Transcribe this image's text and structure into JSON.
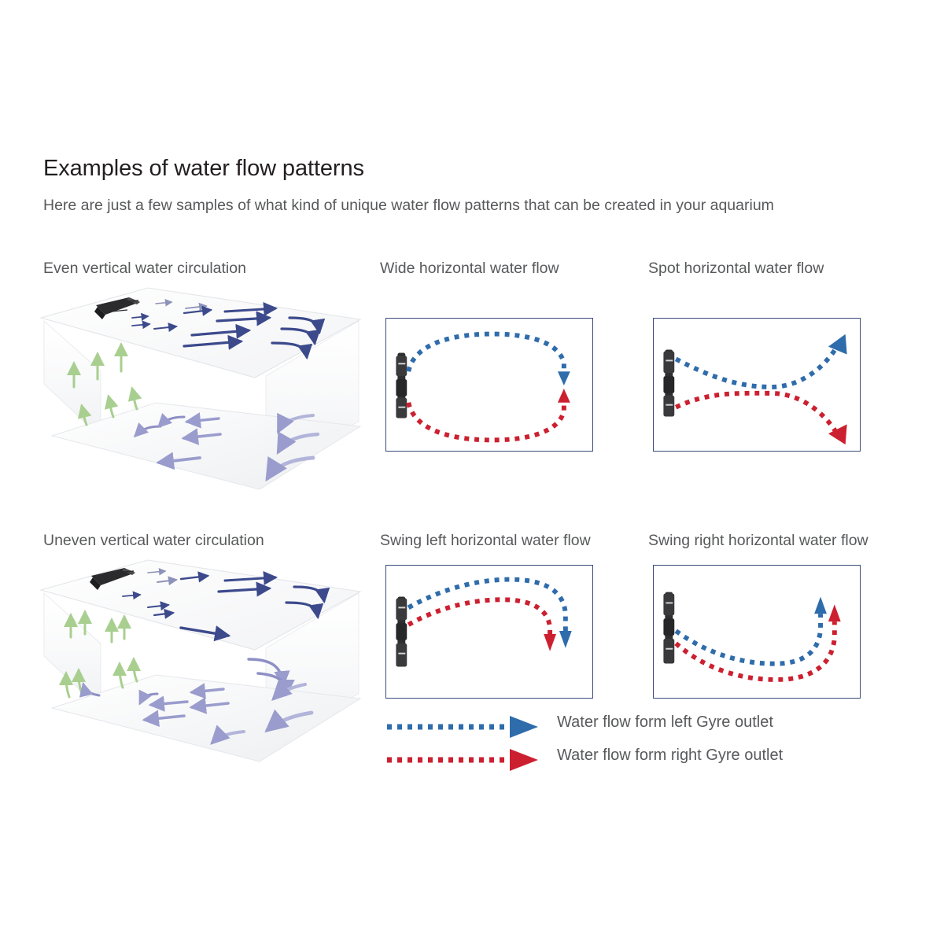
{
  "header": {
    "title": "Examples of water flow patterns",
    "subtitle": "Here are just a few samples of what kind of unique water flow patterns that can be created in your aquarium"
  },
  "panels": [
    {
      "id": "even-vertical",
      "label": "Even vertical water circulation",
      "kind": "aquarium-3d"
    },
    {
      "id": "wide-horizontal",
      "label": "Wide horizontal water flow",
      "kind": "flow-box"
    },
    {
      "id": "spot-horizontal",
      "label": "Spot horizontal water flow",
      "kind": "flow-box"
    },
    {
      "id": "uneven-vertical",
      "label": "Uneven vertical water circulation",
      "kind": "aquarium-3d"
    },
    {
      "id": "swing-left",
      "label": "Swing left horizontal water flow",
      "kind": "flow-box"
    },
    {
      "id": "swing-right",
      "label": "Swing right horizontal water flow",
      "kind": "flow-box"
    }
  ],
  "legend": {
    "items": [
      {
        "label": "Water flow form left Gyre outlet",
        "color": "#2f6cab",
        "marker": "blue-dotted-arrow"
      },
      {
        "label": "Water flow form right Gyre outlet",
        "color": "#d0202e",
        "marker": "red-dotted-arrow"
      }
    ]
  },
  "colors": {
    "title_text": "#231f20",
    "body_text": "#58595b",
    "panel_border": "#3a4a7a",
    "flow_blue": "#2f6cab",
    "flow_red": "#d0202e",
    "arrow_top_plane": "#3c4a8c",
    "arrow_vertical": "#a8cf8f",
    "arrow_bottom_plane": "#9a9ccd",
    "pump_body": "#2b2b2d",
    "background": "#ffffff"
  },
  "icons": {
    "pump": "gyre-pump-icon",
    "arrow_right": "arrow-right-icon",
    "arrow_up": "arrow-up-icon",
    "arrow_down": "arrow-down-icon"
  }
}
